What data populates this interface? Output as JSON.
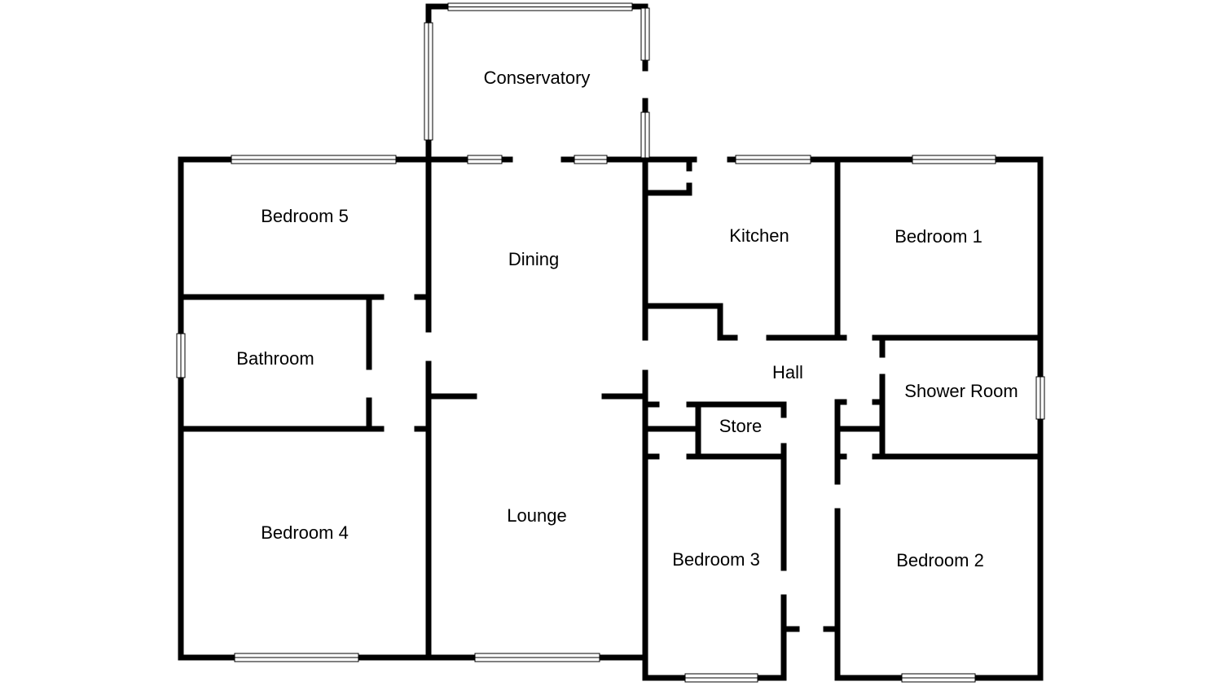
{
  "rooms": {
    "conservatory": "Conservatory",
    "bedroom5": "Bedroom 5",
    "dining": "Dining",
    "kitchen": "Kitchen",
    "bedroom1": "Bedroom 1",
    "bathroom": "Bathroom",
    "hall": "Hall",
    "shower_room": "Shower Room",
    "store": "Store",
    "bedroom4": "Bedroom 4",
    "lounge": "Lounge",
    "bedroom3": "Bedroom 3",
    "bedroom2": "Bedroom 2"
  },
  "colors": {
    "wall": "#000000",
    "background": "#ffffff",
    "window_fill": "#ffffff"
  }
}
